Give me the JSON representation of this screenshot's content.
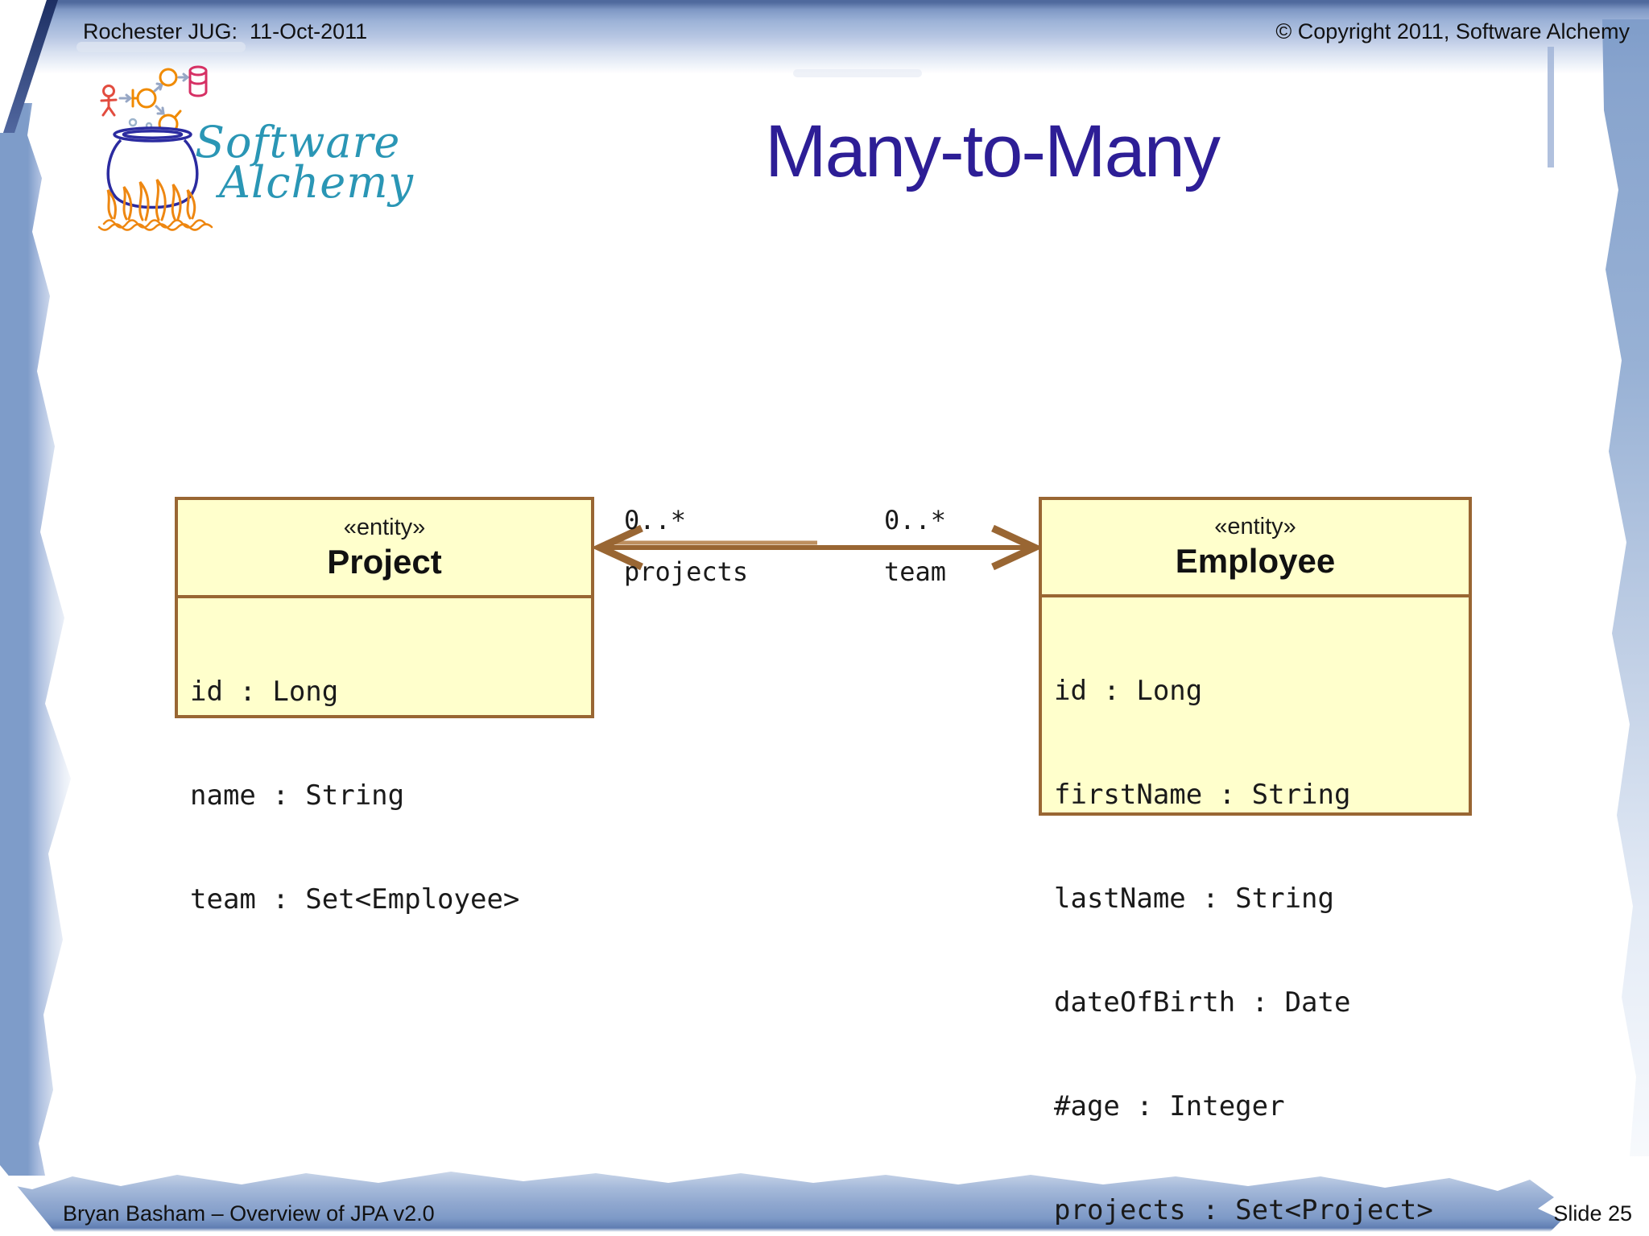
{
  "header": {
    "left": "Rochester JUG:  11-Oct-2011",
    "right": "© Copyright 2011, Software Alchemy"
  },
  "logo": {
    "line1": "Software",
    "line2": "Alchemy"
  },
  "title": "Many-to-Many",
  "diagram": {
    "project": {
      "stereotype": "«entity»",
      "name": "Project",
      "attributes": [
        "id : Long",
        "name : String",
        "team : Set<Employee>"
      ]
    },
    "employee": {
      "stereotype": "«entity»",
      "name": "Employee",
      "attributes": [
        "id : Long",
        "firstName : String",
        "lastName : String",
        "dateOfBirth : Date",
        "#age : Integer",
        "projects : Set<Project>"
      ]
    },
    "association": {
      "left_multiplicity": "0..*",
      "left_role": "projects",
      "right_multiplicity": "0..*",
      "right_role": "team"
    }
  },
  "footer": {
    "left": "Bryan Basham – Overview of JPA v2.0",
    "right": "Slide 25"
  },
  "colors": {
    "box_fill": "#ffffcc",
    "box_border": "#996633",
    "arrow": "#996633",
    "title_text": "#2d1e96",
    "logo_text": "#2a96b5",
    "frame_blue": "#7e9cc9"
  }
}
